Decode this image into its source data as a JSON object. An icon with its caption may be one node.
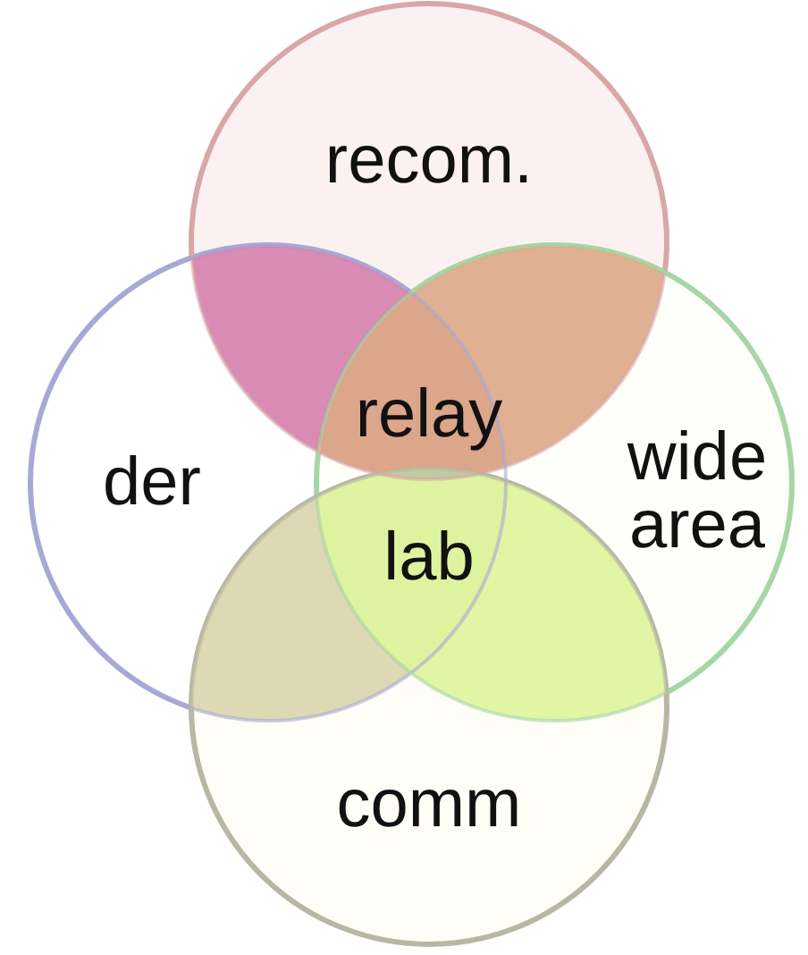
{
  "diagram": {
    "nodes": [
      {
        "text": [
          "recom."
        ]
      },
      {
        "text": [
          "der"
        ]
      },
      {
        "text": [
          "wide area"
        ]
      },
      {
        "text": [
          "comm"
        ]
      }
    ],
    "labels": [
      "relay",
      "lab"
    ]
  }
}
